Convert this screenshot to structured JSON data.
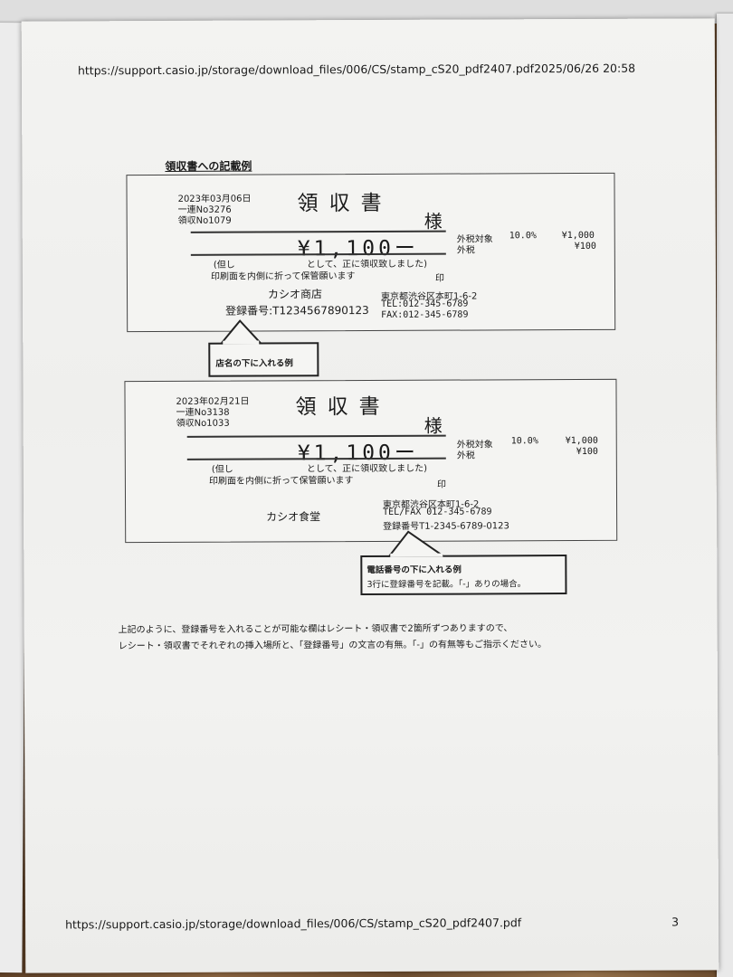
{
  "header_url": "https://support.casio.jp/storage/download_files/006/CS/stamp_cS20_pdf2407.pdf2025/06/26 20:58",
  "section_title": "領収書への記載例",
  "receipt1": {
    "date": "2023年03月06日",
    "ichiren": "一連No3276",
    "ryoshu_no": "領収No1079",
    "title": "領収書",
    "sama": "様",
    "amount": "¥1,100ー",
    "tax_label": "外税対象",
    "tax_rate": "10.0%",
    "tax_base": "¥1,000",
    "tax_label2": "外税",
    "tax_amount": "¥100",
    "tadashi": "(但し",
    "tadashi_tail": "として、正に領収致しました)",
    "instruction": "印刷面を内側に折って保管願います",
    "seal": "印",
    "shop": "カシオ商店",
    "registration": "登録番号:T1234567890123",
    "address": "東京都渋谷区本町1-6-2",
    "tel": "TEL:012-345-6789",
    "fax": "FAX:012-345-6789"
  },
  "callout1": {
    "text": "店名の下に入れる例"
  },
  "receipt2": {
    "date": "2023年02月21日",
    "ichiren": "一連No3138",
    "ryoshu_no": "領収No1033",
    "title": "領収書",
    "sama": "様",
    "amount": "¥1,100ー",
    "tax_label": "外税対象",
    "tax_rate": "10.0%",
    "tax_base": "¥1,000",
    "tax_label2": "外税",
    "tax_amount": "¥100",
    "tadashi": "(但し",
    "tadashi_tail": "として、正に領収致しました)",
    "instruction": "印刷面を内側に折って保管願います",
    "seal": "印",
    "shop": "カシオ食堂",
    "address": "東京都渋谷区本町1-6-2",
    "telfax": "TEL/FAX 012-345-6789",
    "registration": "登録番号T1-2345-6789-0123"
  },
  "callout2": {
    "title": "電話番号の下に入れる例",
    "text": "3行に登録番号を記載。「-」ありの場合。"
  },
  "note_line1": "上記のように、登録番号を入れることが可能な欄はレシート・領収書で2箇所ずつありますので、",
  "note_line2": "レシート・領収書でそれぞれの挿入場所と、「登録番号」の文言の有無。「-」の有無等もご指示ください。",
  "footer_url": "https://support.casio.jp/storage/download_files/006/CS/stamp_cS20_pdf2407.pdf",
  "page_number": "3"
}
